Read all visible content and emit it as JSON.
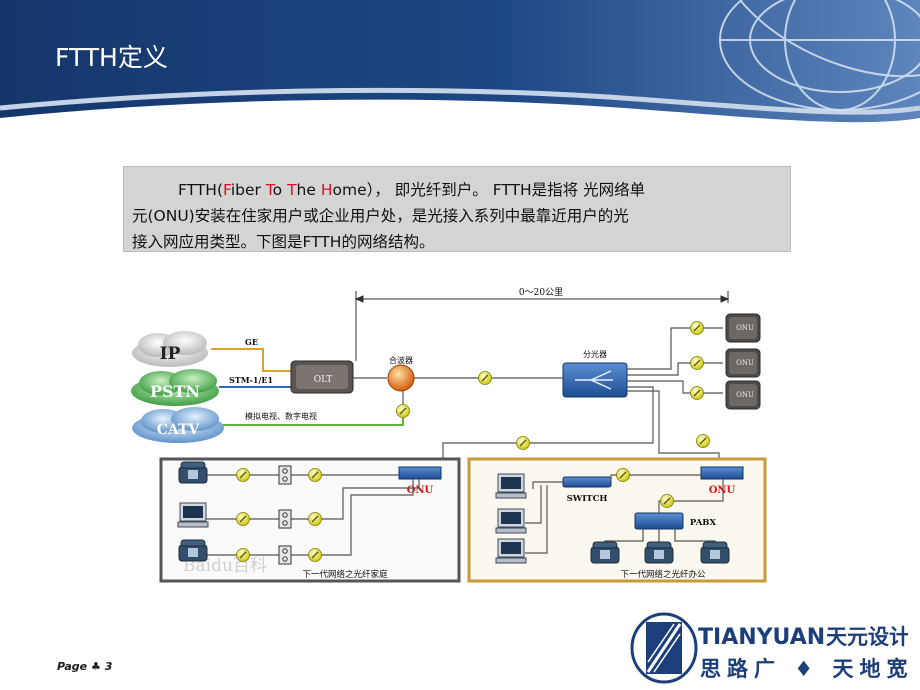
{
  "slide": {
    "title": "FTTH定义",
    "page_label": "Page",
    "page_number": "3"
  },
  "textbox": {
    "p1": "FTTH(",
    "F": "F",
    "iber": "iber ",
    "T1": "T",
    "o": "o ",
    "T2": "T",
    "he": "he ",
    "H": "H",
    "ome": "ome）， 即光纤到户。 FTTH是指将 光网络单",
    "line2": "元(ONU)安装在住家用户或企业用户处，是光接入系列中最靠近用户的光",
    "line3": "接入网应用类型。下图是FTTH的网络结构。"
  },
  "diagram": {
    "distance": "0～20公里",
    "ip": "IP",
    "pstn": "PSTN",
    "catv": "CATV",
    "ge": "GE",
    "stm": "STM-1/E1",
    "tv": "模拟电视、数字电视",
    "olt": "OLT",
    "combiner": "合波器",
    "splitter": "分光器",
    "onu": "ONU",
    "onu_home": "ONU",
    "onu_office": "ONU",
    "switch": "SWITCH",
    "pabx": "PABX",
    "home_caption": "下一代网络之光纤家庭",
    "office_caption": "下一代网络之光纤办公",
    "watermark": "Baidu百科"
  },
  "logo": {
    "brand": "TIANYUAN",
    "brand_cn": "天元设计",
    "slogan": "思路广 ♦ 天地宽"
  },
  "colors": {
    "header_dark": "#1b3f78",
    "header_light": "#6f94c4",
    "textbox_bg": "#d4d4d4",
    "highlight_red": "#e0102a",
    "home_border": "#555555",
    "office_border": "#c79a3a",
    "logo_blue": "#1c3f7a"
  }
}
